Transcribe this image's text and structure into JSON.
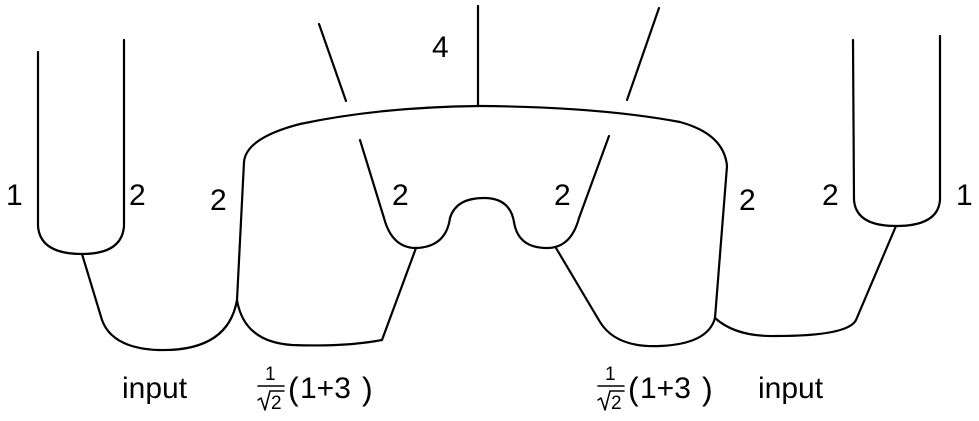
{
  "labels": {
    "top": "4",
    "left_outer": "1",
    "left_inner": "2",
    "center_left_outer": "2",
    "center_left_inner": "2",
    "center_right_inner": "2",
    "center_right_outer": "2",
    "right_inner": "2",
    "right_outer": "1",
    "input_left": "input",
    "input_right": "input"
  },
  "coefficient": {
    "numerator": "1",
    "radicand": "2",
    "open_paren": "(",
    "body": "1+3",
    "close_paren": ")"
  }
}
